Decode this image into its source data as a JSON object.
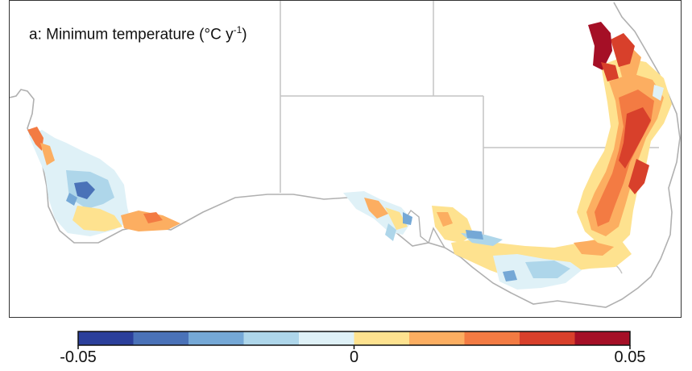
{
  "panel": {
    "title_prefix": "a: Minimum temperature (°C y",
    "title_exp": "-1",
    "title_suffix": ")"
  },
  "legend": {
    "min": -0.05,
    "max": 0.05,
    "tick_labels": [
      "-0.05",
      "0",
      "0.05"
    ],
    "tick_values": [
      -0.05,
      0,
      0.05
    ],
    "bins": [
      {
        "from": -0.05,
        "to": -0.04,
        "color": "#2b3f9b"
      },
      {
        "from": -0.04,
        "to": -0.03,
        "color": "#4a72b8"
      },
      {
        "from": -0.03,
        "to": -0.02,
        "color": "#75a8d6"
      },
      {
        "from": -0.02,
        "to": -0.01,
        "color": "#aed6ea"
      },
      {
        "from": -0.01,
        "to": 0.0,
        "color": "#dff1f7"
      },
      {
        "from": 0.0,
        "to": 0.01,
        "color": "#fee28f"
      },
      {
        "from": 0.01,
        "to": 0.02,
        "color": "#fcae61"
      },
      {
        "from": 0.02,
        "to": 0.03,
        "color": "#f37b43"
      },
      {
        "from": 0.03,
        "to": 0.04,
        "color": "#d8402b"
      },
      {
        "from": 0.04,
        "to": 0.05,
        "color": "#a50f26"
      }
    ]
  },
  "colors": {
    "border": "#c4c4c4",
    "coast": "#b0b0b0",
    "frame": "#333333"
  }
}
